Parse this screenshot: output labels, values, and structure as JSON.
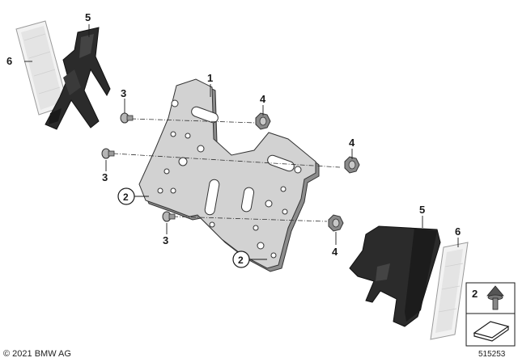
{
  "callouts": {
    "plate": "1",
    "rivet_a": "2",
    "rivet_b": "2",
    "screw_top": "3",
    "screw_mid": "3",
    "screw_bottom": "3",
    "nut_top": "4",
    "nut_mid": "4",
    "nut_bottom": "4",
    "bracket_left": "5",
    "bracket_right": "5",
    "reflector_left": "6",
    "reflector_right": "6"
  },
  "legend": {
    "part_number": "2"
  },
  "footer": {
    "copyright": "© 2021 BMW AG",
    "image_number": "515253"
  },
  "colors": {
    "line": "#1a1a1a",
    "plate_fill": "#d2d2d2",
    "plate_shadow": "#8c8c8c",
    "bracket_fill": "#2b2b2b",
    "reflector_fill": "#eeeeee",
    "hardware_fill": "#8a8a8a"
  }
}
